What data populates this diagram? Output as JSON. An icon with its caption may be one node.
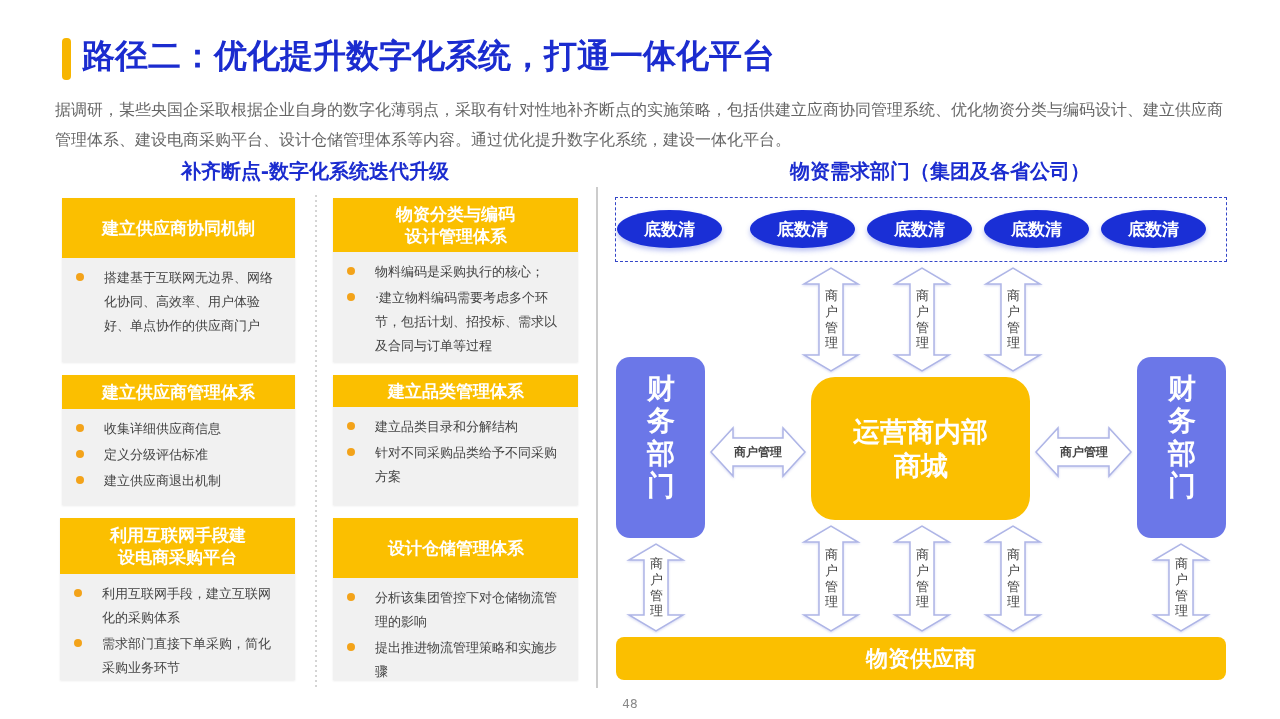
{
  "diagram": {
    "title": "路径二：优化提升数字化系统，打通一体化平台",
    "nodes": [
      {
        "text": [
          "建立供应商协同机制",
          "搭建基于互联网无边界、网络化协同、高效率、用户体验好、单点协作的供应商门户"
        ]
      },
      {
        "text": [
          "物资分类与编码设计管理体系",
          "物料编码是采购执行的核心；",
          "·建立物料编码需要考虑多个环节，包括计划、招投标、需求以及合同与订单等过程"
        ]
      },
      {
        "text": [
          "建立供应商管理体系",
          "收集详细供应商信息",
          "定义分级评估标准",
          "建立供应商退出机制"
        ]
      },
      {
        "text": [
          "建立品类管理体系",
          "建立品类目录和分解结构",
          "针对不同采购品类给予不同采购方案"
        ]
      },
      {
        "text": [
          "利用互联网手段建设电商采购平台",
          "利用互联网手段，建立互联网化的采购体系",
          "需求部门直接下单采购，简化采购业务环节"
        ]
      },
      {
        "text": [
          "设计仓储管理体系",
          "分析该集团管控下对仓储物流管理的影响",
          "提出推进物流管理策略和实施步骤"
        ]
      },
      {
        "text": [],
        "shape": "box"
      },
      {
        "text": [
          "底数清"
        ],
        "in": 6
      },
      {
        "text": [
          "底数清"
        ],
        "in": 6
      },
      {
        "text": [
          "底数清"
        ],
        "in": 6
      },
      {
        "text": [
          "底数清"
        ],
        "in": 6
      },
      {
        "text": [
          "底数清"
        ],
        "in": 6
      },
      {
        "text": [
          "财务部门"
        ]
      },
      {
        "text": [
          "运营商内部商城"
        ]
      },
      {
        "text": [
          "财务部门"
        ]
      },
      {
        "text": [
          "物资供应商"
        ]
      }
    ],
    "edges": [
      {
        "from": 13,
        "to": 6,
        "arrow": "both",
        "label": "商户管理"
      },
      {
        "from": 13,
        "to": 6,
        "arrow": "both",
        "label": "商户管理"
      },
      {
        "from": 13,
        "to": 6,
        "arrow": "both",
        "label": "商户管理"
      },
      {
        "from": 12,
        "to": 13,
        "arrow": "both",
        "label": "商户管理"
      },
      {
        "from": 13,
        "to": 14,
        "arrow": "both",
        "label": "商户管理"
      },
      {
        "from": 12,
        "to": 15,
        "arrow": "both",
        "label": "商户管理"
      },
      {
        "from": 13,
        "to": 15,
        "arrow": "both",
        "label": "商户管理"
      },
      {
        "from": 13,
        "to": 15,
        "arrow": "both",
        "label": "商户管理"
      },
      {
        "from": 13,
        "to": 15,
        "arrow": "both",
        "label": "商户管理"
      },
      {
        "from": 14,
        "to": 15,
        "arrow": "both",
        "label": "商户管理"
      }
    ],
    "labels": [
      "据调研，某些央国企采取根据企业自身的数字化薄弱点，采取有针对性地补齐断点的实施策略，包括供建立应商协同管理系统、优化物资分类与编码设计、建立供应商管理体系、建设电商采购平台、设计仓储管理体系等内容。通过优化提升数字化系统，建设一体化平台。",
      "补齐断点-数字化系统迭代升级",
      "物资需求部门（集团及各省公司）",
      "48"
    ]
  }
}
